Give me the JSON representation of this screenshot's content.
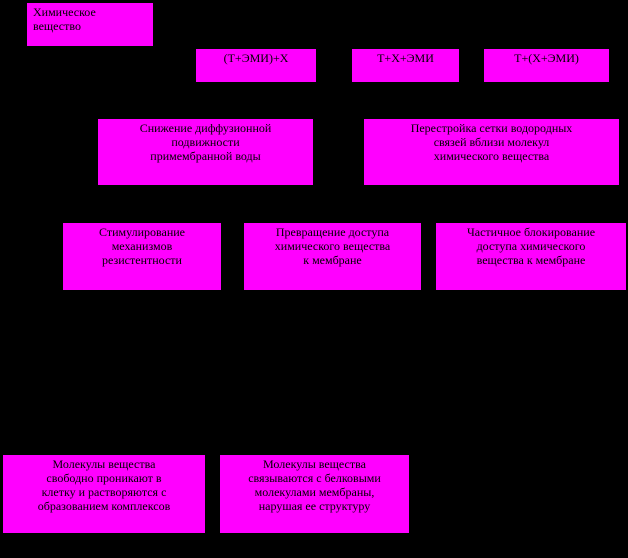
{
  "diagram": {
    "colors": {
      "background": "#000000",
      "box_fill": "#ff00ff",
      "text": "#000000"
    },
    "nodes": {
      "substance": "Химическое\nвещество",
      "combo1": "(Т+ЭМИ)+Х",
      "combo2": "Т+Х+ЭМИ",
      "combo3": "Т+(Х+ЭМИ)",
      "diffusion": "Снижение диффузионной\nподвижности\nпримембранной воды",
      "hbond": "Перестройка сетки водородных\nсвязей вблизи молекул\nхимического вещества",
      "stim": "Стимулирование\nмеханизмов\nрезистентности",
      "access": "Превращение доступа\nхимического вещества\nк мембране",
      "block": "Частичное блокирование\nдоступа химического\nвещества к мембране",
      "mol1": "Молекулы вещества\nсвободно проникают в\nклетку и растворяются с\nобразованием комплексов",
      "mol2": "Молекулы вещества\nсвязываются с белковыми\nмолекулами мембраны,\nнарушая ее структуру"
    }
  }
}
